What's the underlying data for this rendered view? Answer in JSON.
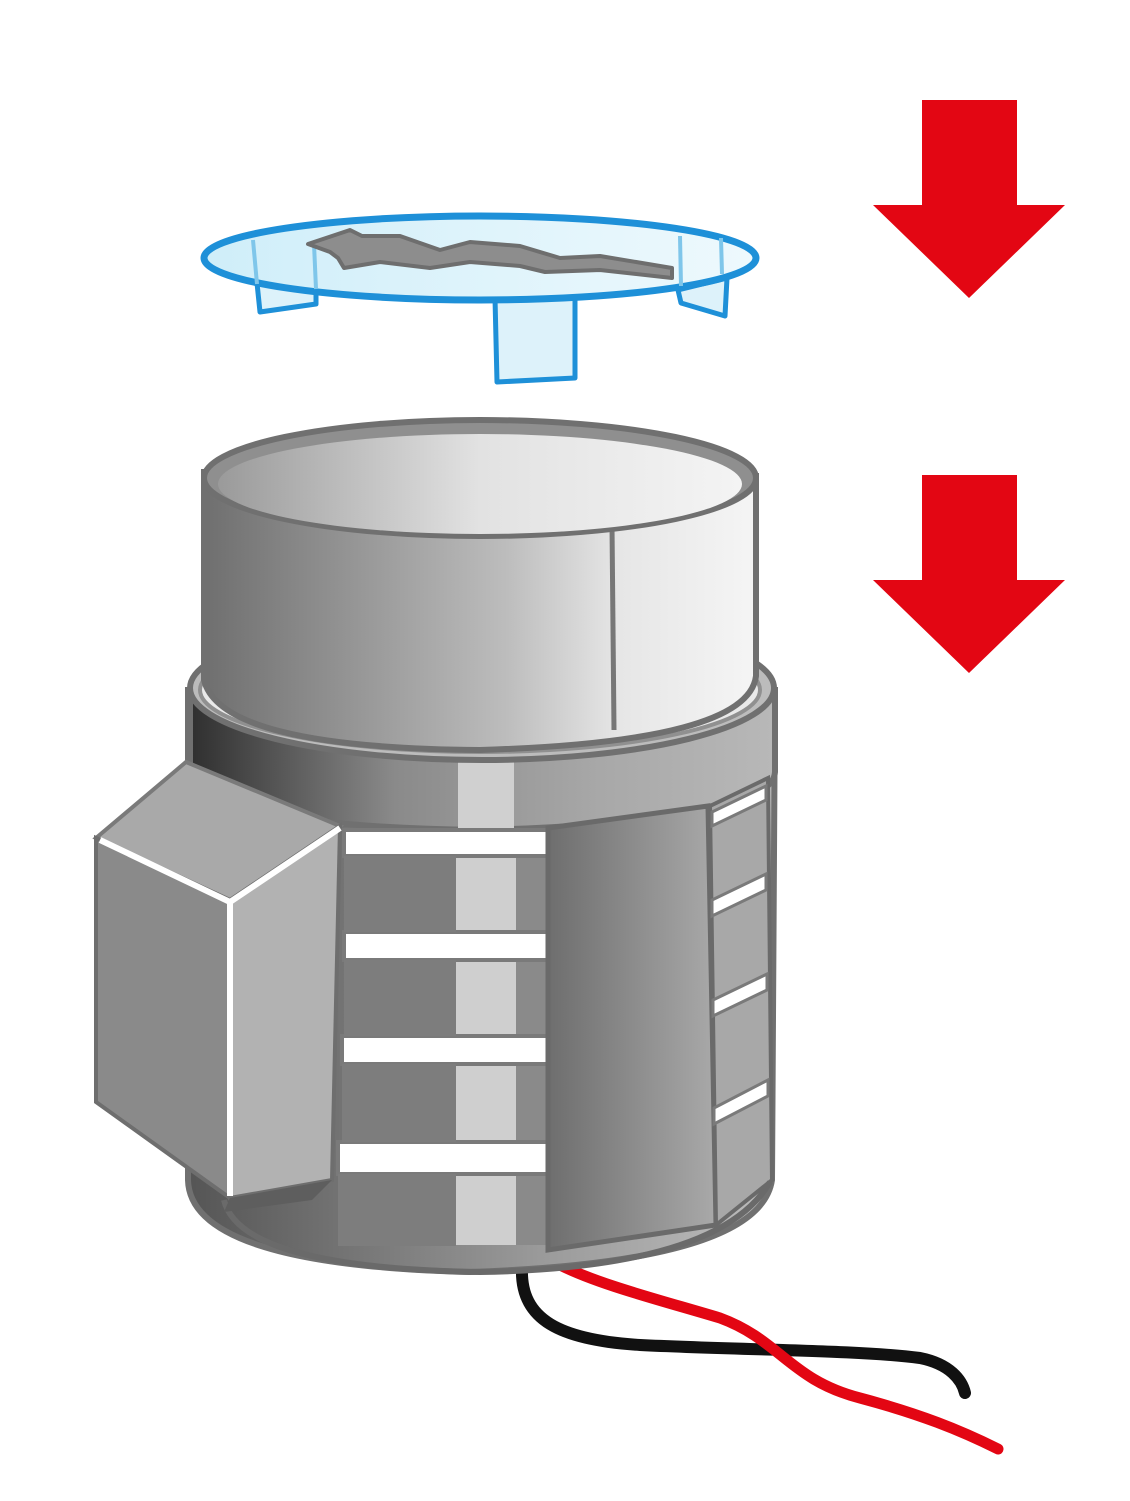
{
  "diagram": {
    "description_labels": [],
    "colors": {
      "arrow": "#E30613",
      "lens_stroke": "#1E90D8",
      "lens_fill": "#DDF2FA",
      "body_dark": "#4A4A4A",
      "body_mid": "#8C8C8C",
      "body_light": "#D2D2D2",
      "wire_red": "#E30613",
      "wire_black": "#111111"
    },
    "arrows": [
      {
        "name": "arrow-down-1",
        "direction": "down"
      },
      {
        "name": "arrow-down-2",
        "direction": "down"
      }
    ],
    "parts": [
      "clear-lens-cap",
      "cylindrical-housing",
      "side-junction-box",
      "two-wire-lead"
    ]
  }
}
